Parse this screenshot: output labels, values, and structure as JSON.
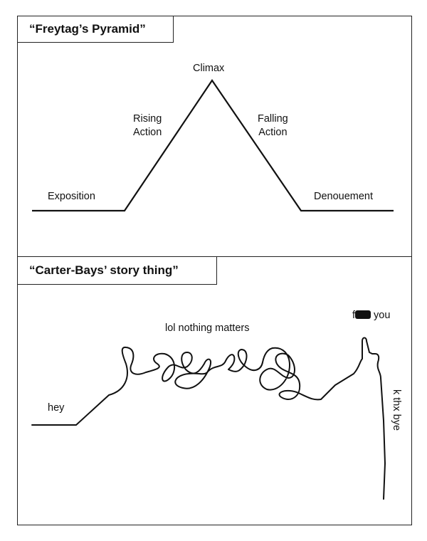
{
  "freytag": {
    "title": "“Freytag’s Pyramid”",
    "labels": {
      "climax": "Climax",
      "rising": "Rising\nAction",
      "falling": "Falling\nAction",
      "exposition": "Exposition",
      "denouement": "Denouement"
    }
  },
  "carter_bays": {
    "title": "“Carter-Bays’ story thing”",
    "labels": {
      "hey": "hey",
      "nothing": "lol nothing matters",
      "you_prefix": "f",
      "you_suffix": " you",
      "bye": "k thx bye"
    }
  },
  "colors": {
    "ink": "#111111",
    "border": "#222222",
    "background": "#ffffff"
  }
}
